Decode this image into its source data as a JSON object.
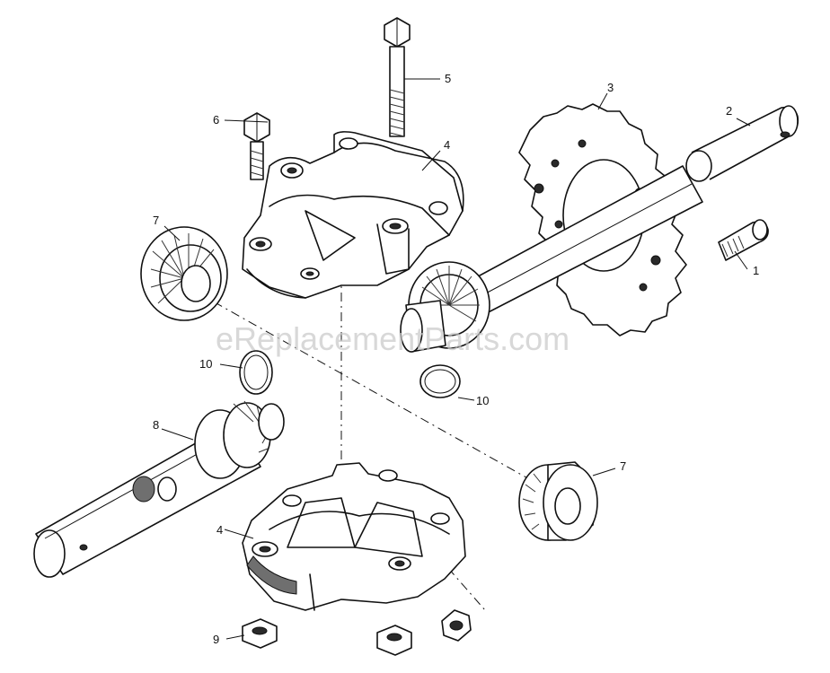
{
  "watermark": "eReplacementParts.com",
  "callouts": {
    "c1": "1",
    "c2": "2",
    "c3": "3",
    "c4_top": "4",
    "c4_bottom": "4",
    "c5": "5",
    "c6": "6",
    "c7_left": "7",
    "c7_right": "7",
    "c8": "8",
    "c9": "9",
    "c10_left": "10",
    "c10_right": "10"
  }
}
